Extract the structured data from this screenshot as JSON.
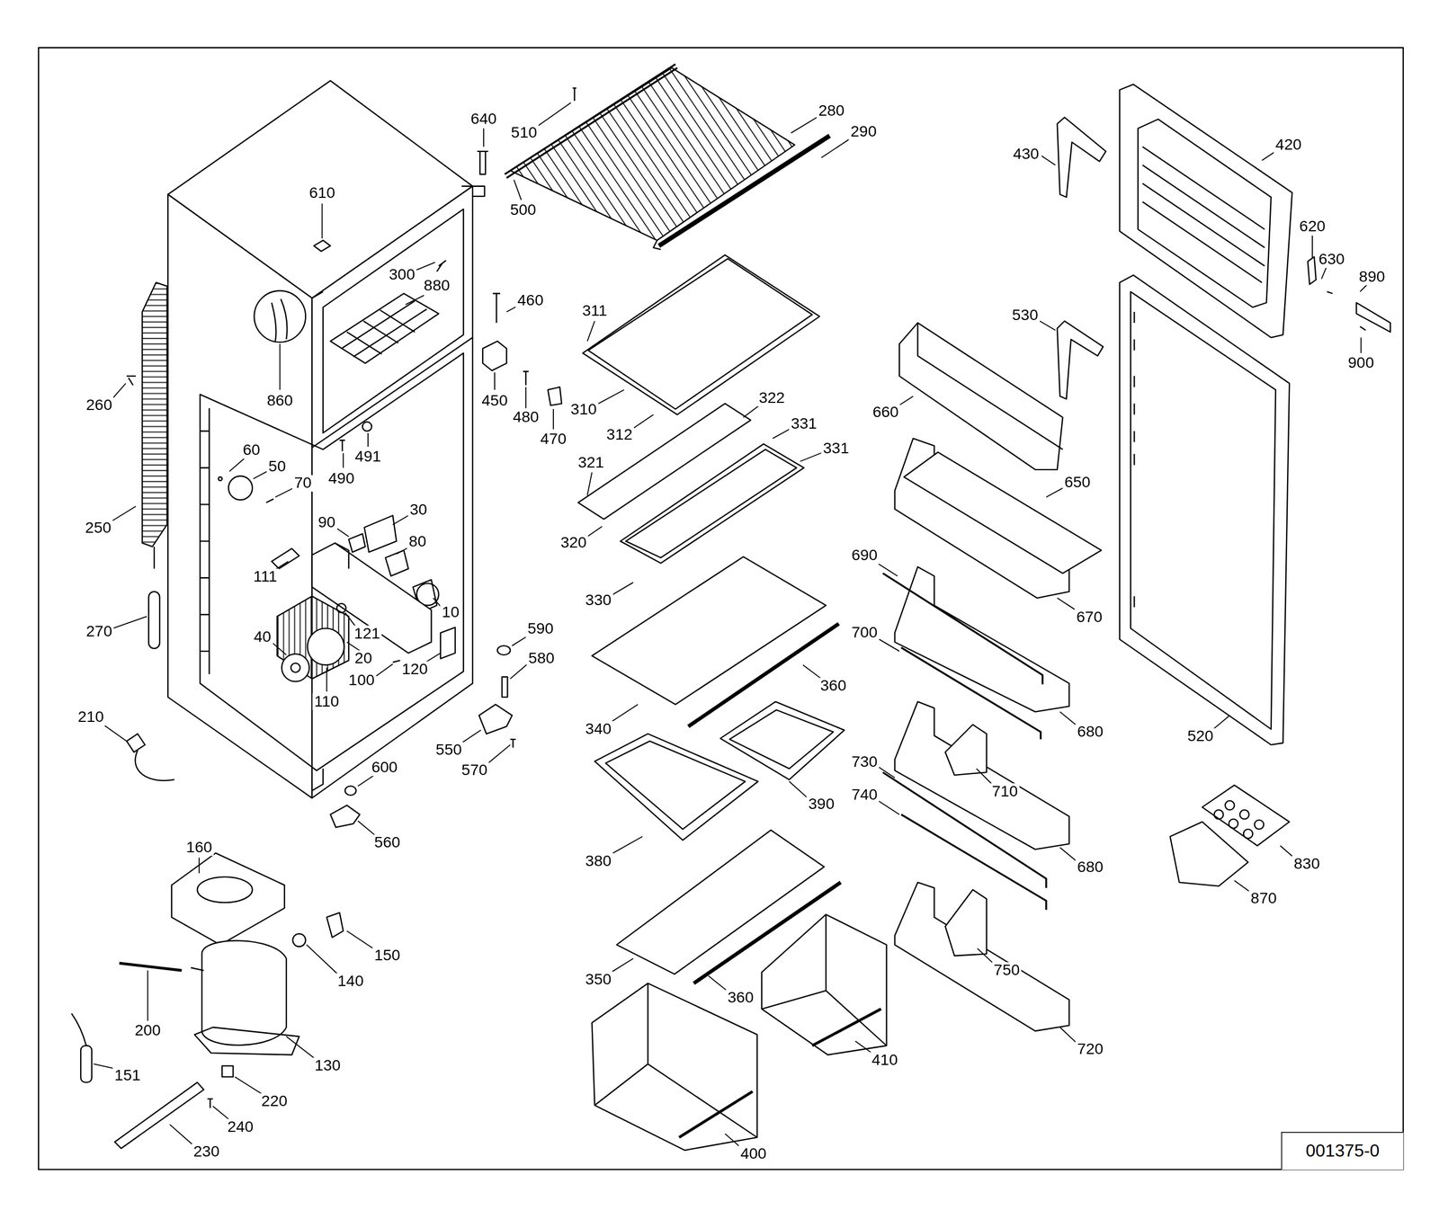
{
  "diagram": {
    "nodes": [
      {
        "text": [
          "001375-0"
        ]
      }
    ],
    "labels": [
      "640",
      "510",
      "280",
      "290",
      "500",
      "610",
      "430",
      "420",
      "620",
      "630",
      "890",
      "900",
      "300",
      "880",
      "460",
      "311",
      "530",
      "450",
      "480",
      "470",
      "310",
      "312",
      "322",
      "331",
      "331",
      "660",
      "860",
      "260",
      "60",
      "50",
      "70",
      "490",
      "491",
      "321",
      "650",
      "30",
      "90",
      "80",
      "320",
      "690",
      "250",
      "111",
      "330",
      "10",
      "670",
      "121",
      "590",
      "700",
      "270",
      "40",
      "580",
      "20",
      "100",
      "120",
      "360",
      "110",
      "680",
      "520",
      "340",
      "210",
      "550",
      "570",
      "600",
      "710",
      "390",
      "730",
      "740",
      "560",
      "380",
      "680",
      "830",
      "870",
      "160",
      "150",
      "140",
      "200",
      "130",
      "151",
      "220",
      "240",
      "230",
      "350",
      "360",
      "750",
      "410",
      "720",
      "400"
    ]
  }
}
